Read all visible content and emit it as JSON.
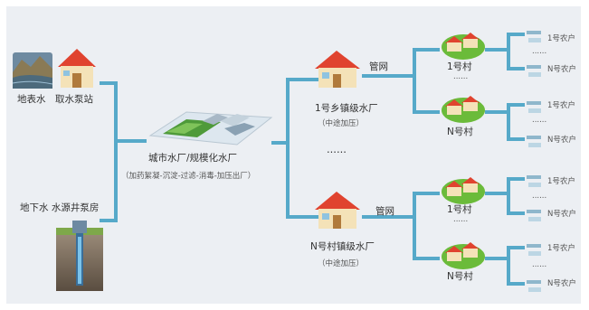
{
  "sources": {
    "surface_water": "地表水",
    "pump_station": "取水泵站",
    "groundwater_pump": "地下水 水源井泵房"
  },
  "city_plant": {
    "title": "城市水厂/规模化水厂",
    "process": "（加药絮凝-沉淀-过滤-消毒-加压出厂）"
  },
  "towns": [
    {
      "name": "1号乡镇级水厂",
      "note": "（中途加压）",
      "pipe": "管网"
    },
    {
      "name": "N号村镇级水厂",
      "note": "（中途加压）",
      "pipe": "管网"
    }
  ],
  "town_ellipsis": "......",
  "villages": [
    "1号村",
    "N号村",
    "1号村",
    "N号村"
  ],
  "village_ellipsis": "......",
  "households": [
    "1号农户",
    "N号农户",
    "1号农户",
    "N号农户",
    "1号农户",
    "N号农户",
    "1号农户",
    "N号农户"
  ],
  "household_ellipsis": "......",
  "colors": {
    "pipe": "#56a9c9",
    "background": "#eceff3",
    "roof": "#e0432f",
    "grass": "#6bbb3a"
  }
}
